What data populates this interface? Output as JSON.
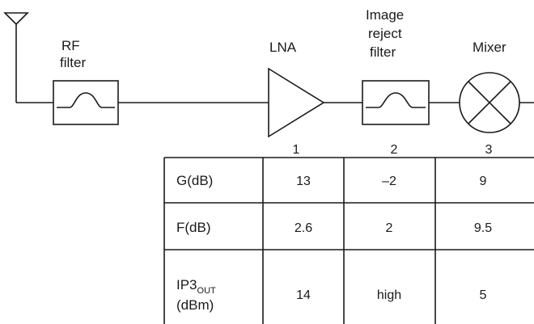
{
  "labels": {
    "rf_filter_line1": "RF",
    "rf_filter_line2": "filter",
    "lna": "LNA",
    "image_filter_line1": "Image",
    "image_filter_line2": "reject",
    "image_filter_line3": "filter",
    "mixer": "Mixer"
  },
  "stages": [
    "1",
    "2",
    "3"
  ],
  "table": {
    "rows": [
      {
        "param": "G(dB)",
        "values": [
          "13",
          "–2",
          "9"
        ]
      },
      {
        "param": "F(dB)",
        "values": [
          "2.6",
          "2",
          "9.5"
        ]
      },
      {
        "param_base": "IP3",
        "param_sub": "OUT",
        "param_unit": "(dBm)",
        "values": [
          "14",
          "high",
          "5"
        ]
      }
    ]
  }
}
